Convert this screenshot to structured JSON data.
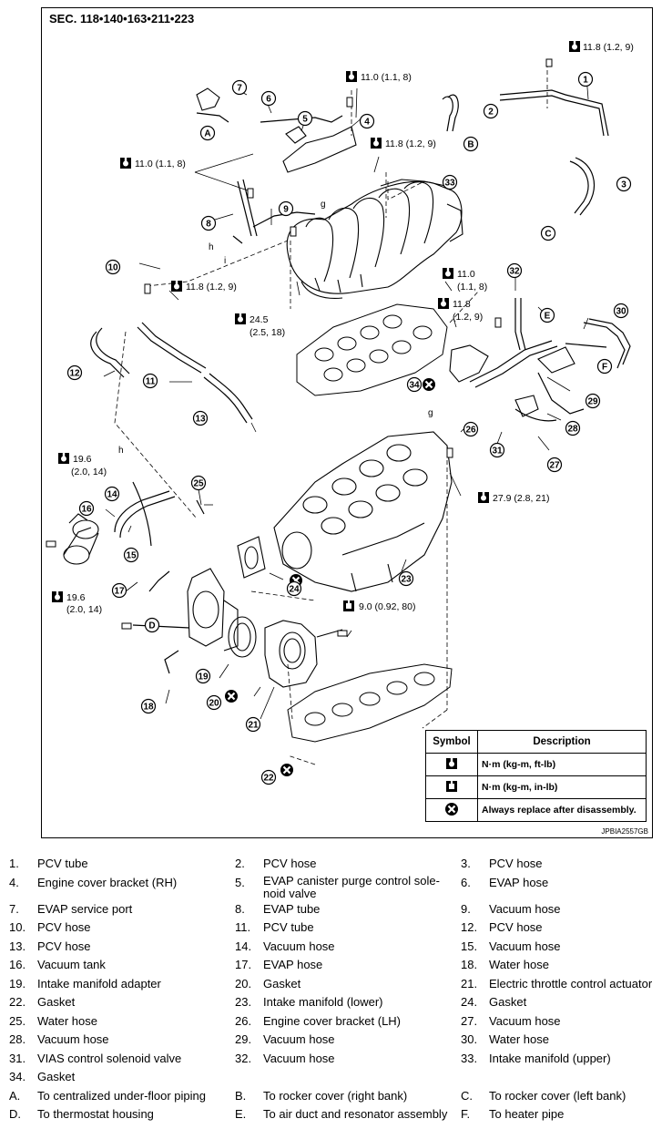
{
  "diagram": {
    "section_title": "SEC. 118•140•163•211•223",
    "image_code": "JPBIA2557GB",
    "torques": [
      {
        "id": "t1",
        "text": "11.8 (1.2, 9)"
      },
      {
        "id": "t2",
        "text": "11.0 (1.1, 8)"
      },
      {
        "id": "t3",
        "text": "11.8 (1.2, 9)"
      },
      {
        "id": "t4",
        "text": "11.0 (1.1, 8)"
      },
      {
        "id": "t5",
        "text": "11.8 (1.2, 9)"
      },
      {
        "id": "t6a",
        "text": "24.5"
      },
      {
        "id": "t6b",
        "text": "(2.5, 18)"
      },
      {
        "id": "t7a",
        "text": "11.0"
      },
      {
        "id": "t7b",
        "text": "(1.1, 8)"
      },
      {
        "id": "t8a",
        "text": "11.8"
      },
      {
        "id": "t8b",
        "text": "(1.2, 9)"
      },
      {
        "id": "t9a",
        "text": "19.6"
      },
      {
        "id": "t9b",
        "text": "(2.0, 14)"
      },
      {
        "id": "t10",
        "text": "27.9 (2.8, 21)"
      },
      {
        "id": "t11a",
        "text": "19.6"
      },
      {
        "id": "t11b",
        "text": "(2.0, 14)"
      },
      {
        "id": "t12",
        "text": "9.0 (0.92, 80)"
      }
    ],
    "callouts": [
      "1",
      "2",
      "3",
      "4",
      "5",
      "6",
      "7",
      "8",
      "9",
      "10",
      "11",
      "12",
      "13",
      "14",
      "15",
      "16",
      "17",
      "18",
      "19",
      "20",
      "21",
      "22",
      "23",
      "24",
      "25",
      "26",
      "27",
      "28",
      "29",
      "30",
      "31",
      "32",
      "33",
      "34",
      "A",
      "B",
      "C",
      "D",
      "E",
      "F"
    ],
    "small_labels": [
      "h",
      "i",
      "g",
      "h",
      "g"
    ]
  },
  "symbol_table": {
    "header_symbol": "Symbol",
    "header_description": "Description",
    "rows": [
      {
        "icon": "torque-ftlb-icon",
        "description": "N·m (kg-m, ft-lb)"
      },
      {
        "icon": "torque-inlb-icon",
        "description": "N·m (kg-m, in-lb)"
      },
      {
        "icon": "replace-icon",
        "description": "Always replace after disassembly."
      }
    ]
  },
  "legend": [
    [
      {
        "n": "1.",
        "t": "PCV tube"
      },
      {
        "n": "2.",
        "t": "PCV hose"
      },
      {
        "n": "3.",
        "t": "PCV hose"
      }
    ],
    [
      {
        "n": "4.",
        "t": "Engine cover bracket (RH)"
      },
      {
        "n": "5.",
        "t": "EVAP canister purge control sole-noid valve"
      },
      {
        "n": "6.",
        "t": "EVAP hose"
      }
    ],
    [
      {
        "n": "7.",
        "t": "EVAP service port"
      },
      {
        "n": "8.",
        "t": "EVAP tube"
      },
      {
        "n": "9.",
        "t": "Vacuum hose"
      }
    ],
    [
      {
        "n": "10.",
        "t": "PCV hose"
      },
      {
        "n": "11.",
        "t": "PCV tube"
      },
      {
        "n": "12.",
        "t": "PCV hose"
      }
    ],
    [
      {
        "n": "13.",
        "t": "PCV hose"
      },
      {
        "n": "14.",
        "t": "Vacuum hose"
      },
      {
        "n": "15.",
        "t": "Vacuum hose"
      }
    ],
    [
      {
        "n": "16.",
        "t": "Vacuum tank"
      },
      {
        "n": "17.",
        "t": "EVAP hose"
      },
      {
        "n": "18.",
        "t": "Water hose"
      }
    ],
    [
      {
        "n": "19.",
        "t": "Intake manifold adapter"
      },
      {
        "n": "20.",
        "t": "Gasket"
      },
      {
        "n": "21.",
        "t": "Electric throttle control actuator"
      }
    ],
    [
      {
        "n": "22.",
        "t": "Gasket"
      },
      {
        "n": "23.",
        "t": "Intake manifold (lower)"
      },
      {
        "n": "24.",
        "t": "Gasket"
      }
    ],
    [
      {
        "n": "25.",
        "t": "Water hose"
      },
      {
        "n": "26.",
        "t": "Engine cover bracket (LH)"
      },
      {
        "n": "27.",
        "t": "Vacuum hose"
      }
    ],
    [
      {
        "n": "28.",
        "t": "Vacuum hose"
      },
      {
        "n": "29.",
        "t": "Vacuum hose"
      },
      {
        "n": "30.",
        "t": "Water hose"
      }
    ],
    [
      {
        "n": "31.",
        "t": "VIAS control solenoid valve"
      },
      {
        "n": "32.",
        "t": "Vacuum hose"
      },
      {
        "n": "33.",
        "t": "Intake manifold (upper)"
      }
    ],
    [
      {
        "n": "34.",
        "t": "Gasket"
      },
      {
        "n": "",
        "t": ""
      },
      {
        "n": "",
        "t": ""
      }
    ],
    [
      {
        "n": "A.",
        "t": "To centralized under-floor piping"
      },
      {
        "n": "B.",
        "t": "To rocker cover (right bank)"
      },
      {
        "n": "C.",
        "t": "To rocker cover (left bank)"
      }
    ],
    [
      {
        "n": "D.",
        "t": "To thermostat housing"
      },
      {
        "n": "E.",
        "t": "To air duct and resonator assembly"
      },
      {
        "n": "F.",
        "t": "To heater pipe"
      }
    ]
  ]
}
